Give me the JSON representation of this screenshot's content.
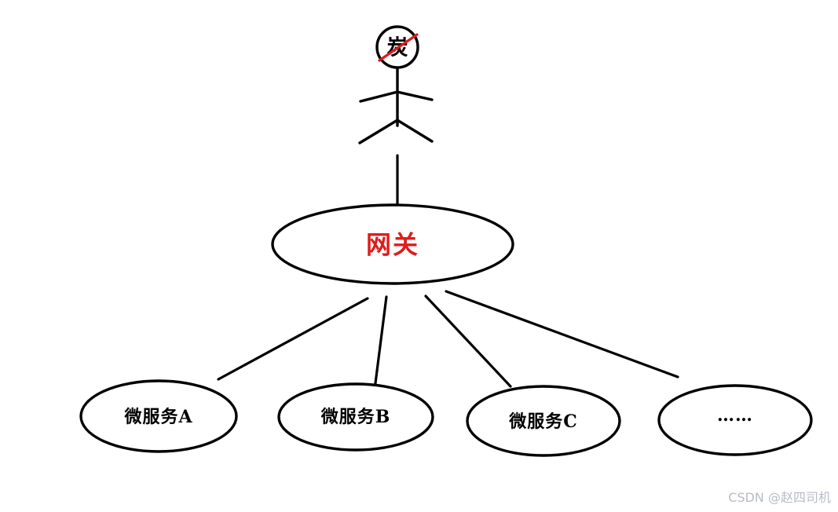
{
  "diagram": {
    "actor": {
      "head_label": "炭"
    },
    "gateway": {
      "label": "网关"
    },
    "services": [
      {
        "label": "微服务A"
      },
      {
        "label": "微服务B"
      },
      {
        "label": "微服务C"
      },
      {
        "label": "……"
      }
    ],
    "watermark": "CSDN @赵四司机",
    "colors": {
      "stroke": "#000000",
      "accent_red": "#e01b1b",
      "watermark_gray": "#b8bcc6"
    }
  }
}
